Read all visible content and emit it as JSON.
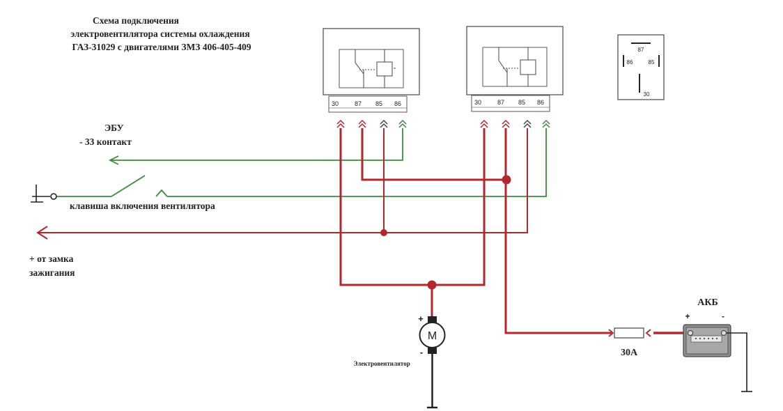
{
  "title": {
    "line1": "Схема подключения",
    "line2": "электровентилятора системы охлаждения",
    "line3": "ГАЗ-31029 с двигателями ЗМЗ 406-405-409"
  },
  "relay_pins": {
    "p30": "30",
    "p87": "87",
    "p85": "85",
    "p86": "86"
  },
  "labels": {
    "ecu_line1": "ЭБУ",
    "ecu_line2": "- 33 контакт",
    "switch": "клавиша включения вентилятора",
    "ignition_line1": "+ от замка",
    "ignition_line2": "зажигания",
    "motor_letter": "M",
    "motor_plus": "+",
    "motor_minus": "-",
    "motor_name": "Электровентилятор",
    "fuse": "30А",
    "battery": "АКБ",
    "battery_plus": "+",
    "battery_minus": "-"
  },
  "colors": {
    "power_wire": "#b3262b",
    "signal_wire": "#3c8a3c",
    "ground_wire": "#111111",
    "box": "#555555"
  }
}
